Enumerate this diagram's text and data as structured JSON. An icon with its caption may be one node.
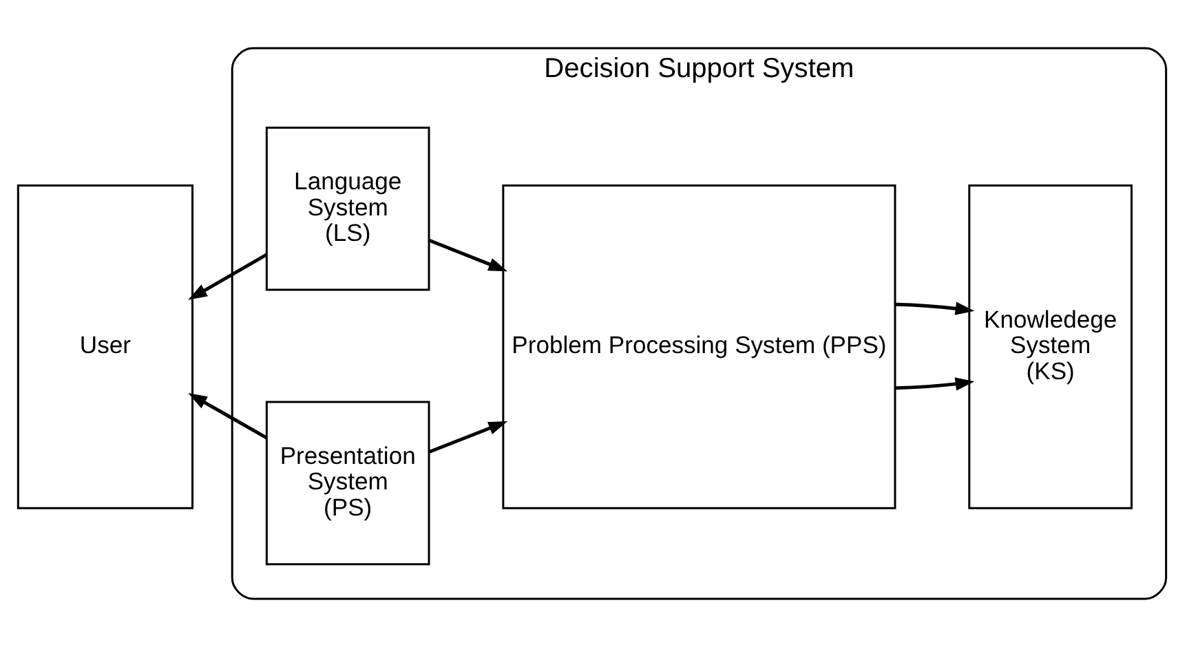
{
  "diagram": {
    "nodes": [
      {
        "text": [
          "User"
        ]
      },
      {
        "text": [
          "Decision Support System"
        ]
      },
      {
        "text": [
          "Language System (LS)"
        ],
        "in": 1
      },
      {
        "text": [
          "Presentation System (PS)"
        ],
        "in": 1
      },
      {
        "text": [
          "Problem Processing System (PPS)"
        ],
        "in": 1
      },
      {
        "text": [
          "Knowledege System (KS)"
        ],
        "in": 1
      }
    ],
    "edges": [
      {
        "from": 2,
        "to": 0,
        "arrow": "to"
      },
      {
        "from": 2,
        "to": 4,
        "arrow": "to"
      },
      {
        "from": 3,
        "to": 0,
        "arrow": "to"
      },
      {
        "from": 3,
        "to": 4,
        "arrow": "to"
      },
      {
        "from": 4,
        "to": 5,
        "arrow": "to"
      },
      {
        "from": 4,
        "to": 5,
        "arrow": "to"
      }
    ]
  }
}
